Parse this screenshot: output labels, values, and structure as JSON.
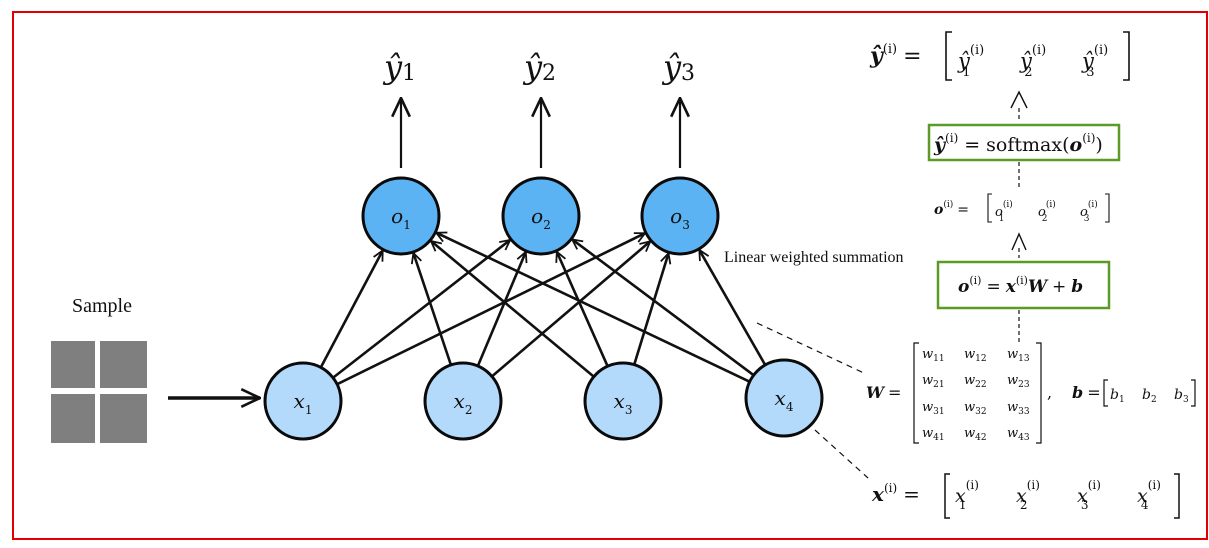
{
  "sample": {
    "label": "Sample"
  },
  "inputs": [
    {
      "var": "x",
      "sub": "1"
    },
    {
      "var": "x",
      "sub": "2"
    },
    {
      "var": "x",
      "sub": "3"
    },
    {
      "var": "x",
      "sub": "4"
    }
  ],
  "outputs": [
    {
      "var": "o",
      "sub": "1"
    },
    {
      "var": "o",
      "sub": "2"
    },
    {
      "var": "o",
      "sub": "3"
    }
  ],
  "predictions": [
    {
      "var": "ŷ",
      "sub": "1"
    },
    {
      "var": "ŷ",
      "sub": "2"
    },
    {
      "var": "ŷ",
      "sub": "3"
    }
  ],
  "annotation": {
    "text": "Linear weighted summation"
  },
  "equations": {
    "y_vec": {
      "lhs": "ŷ",
      "sup": "(i)",
      "eq": "=",
      "items": [
        {
          "base": "ŷ",
          "sub": "1",
          "sup": "(i)"
        },
        {
          "base": "ŷ",
          "sub": "2",
          "sup": "(i)"
        },
        {
          "base": "ŷ",
          "sub": "3",
          "sup": "(i)"
        }
      ]
    },
    "softmax": {
      "lhs": "ŷ",
      "sup": "(i)",
      "eq": "=",
      "fn": "softmax(",
      "arg": "o",
      "arg_sup": "(i)",
      "close": ")"
    },
    "o_vec": {
      "lhs": "o",
      "sup": "(i)",
      "eq": "=",
      "items": [
        {
          "base": "o",
          "sub": "1",
          "sup": "(i)"
        },
        {
          "base": "o",
          "sub": "2",
          "sup": "(i)"
        },
        {
          "base": "o",
          "sub": "3",
          "sup": "(i)"
        }
      ]
    },
    "linear": {
      "lhs": "o",
      "sup": "(i)",
      "eq": "=",
      "x": "x",
      "x_sup": "(i)",
      "W": "W",
      "plus": "+",
      "b": "b"
    },
    "W": {
      "name": "W",
      "eq": "=",
      "rows": [
        [
          "w11",
          "w12",
          "w13"
        ],
        [
          "w21",
          "w22",
          "w23"
        ],
        [
          "w31",
          "w32",
          "w33"
        ],
        [
          "w41",
          "w42",
          "w43"
        ]
      ]
    },
    "comma": ",",
    "b": {
      "name": "b",
      "eq": "=",
      "items": [
        "b1",
        "b2",
        "b3"
      ]
    },
    "x_vec": {
      "lhs": "x",
      "sup": "(i)",
      "eq": "=",
      "items": [
        {
          "base": "x",
          "sub": "1",
          "sup": "(i)"
        },
        {
          "base": "x",
          "sub": "2",
          "sup": "(i)"
        },
        {
          "base": "x",
          "sub": "3",
          "sup": "(i)"
        },
        {
          "base": "x",
          "sub": "4",
          "sup": "(i)"
        }
      ]
    }
  },
  "colors": {
    "frame": "#e00000",
    "input_fill": "#b3d9fb",
    "output_fill": "#5cb3f3",
    "node_stroke": "#0a0a0a",
    "box_stroke": "#5b9a24",
    "sample_tile": "#7f7f7f"
  }
}
